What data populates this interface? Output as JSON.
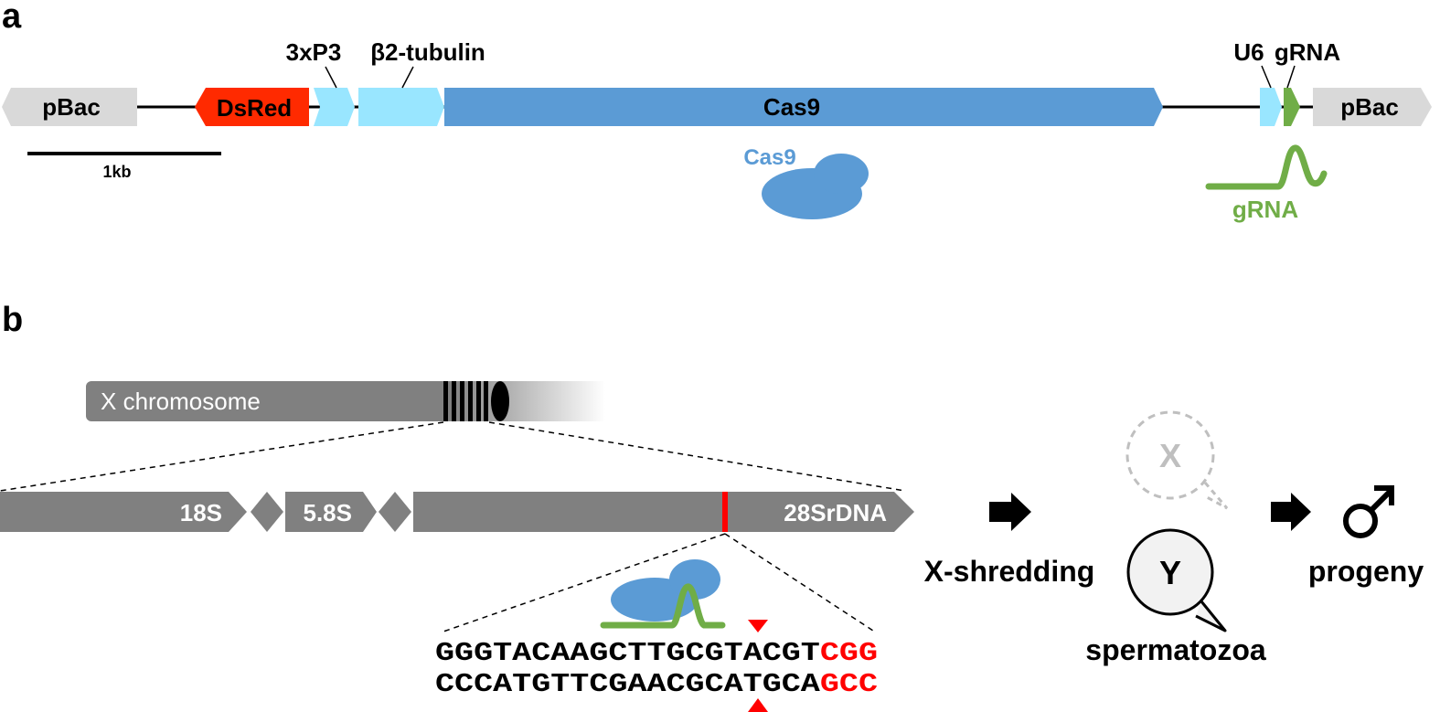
{
  "panel_a": {
    "letter": "a",
    "labels": {
      "pbac_left": "pBac",
      "dsred": "DsRed",
      "promoter_3xp3": "3xP3",
      "promoter_b2tub": "β2-tubulin",
      "cas9_gene": "Cas9",
      "promoter_u6": "U6",
      "grna_gene": "gRNA",
      "pbac_right": "pBac",
      "scale": "1kb",
      "cas9_protein": "Cas9",
      "grna_molecule": "gRNA"
    },
    "colors": {
      "pbac": "#d9d9d9",
      "dsred": "#ff2a00",
      "promoter": "#99e6ff",
      "cas9": "#5b9bd5",
      "grna": "#70ad47"
    }
  },
  "panel_b": {
    "letter": "b",
    "chromosome_label": "X chromosome",
    "rdna_labels": {
      "s18": "18S",
      "s58": "5.8S",
      "s28": "28SrDNA"
    },
    "sequence_top": {
      "main": "GGGTACAAGCTTGCGTACGT",
      "pam": "CGG"
    },
    "sequence_bottom": {
      "main": "CCCATGTTCGAACGCATGCA",
      "pam": "GCC"
    },
    "xshredding": "X-shredding",
    "sperm_x": "X",
    "sperm_y": "Y",
    "spermatozoa": "spermatozoa",
    "male_symbol": "♂",
    "progeny": "progeny",
    "colors": {
      "chromosome": "#808080",
      "cut_site": "#ff0000",
      "pam": "#ff0000",
      "sperm_fill": "#f2f2f2",
      "sperm_x_ghost": "#bfbfbf"
    }
  }
}
